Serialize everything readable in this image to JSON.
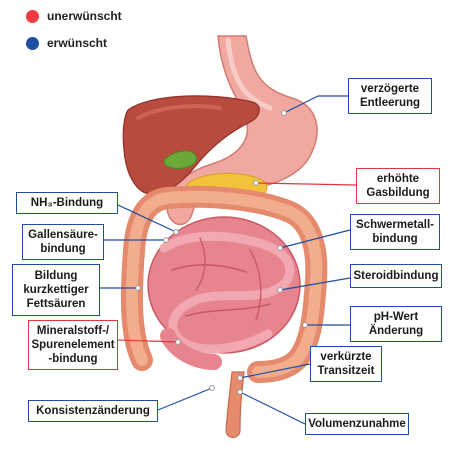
{
  "legend": {
    "unwanted": {
      "label": "unerwünscht",
      "color": "#ef3b42"
    },
    "wanted": {
      "label": "erwünscht",
      "color": "#1f4ea3"
    }
  },
  "labels": {
    "delayed_emptying": "verzögerte\nEntleerung",
    "gas_formation": "erhöhte\nGasbildung",
    "nh3_binding": "NH₃-Bindung",
    "heavy_metal_binding": "Schwermetall-\nbindung",
    "bile_acid_binding": "Gallensäure-\nbindung",
    "steroid_binding": "Steroidbindung",
    "short_chain_fatty_acids": "Bildung\nkurzkettiger\nFettsäuren",
    "ph_change": "pH-Wert\nÄnderung",
    "mineral_binding": "Mineralstoff-/\nSpurenelement\n-bindung",
    "shortened_transit": "verkürzte\nTransitzeit",
    "consistency_change": "Konsistenzänderung",
    "volume_increase": "Volumenzunahme"
  }
}
